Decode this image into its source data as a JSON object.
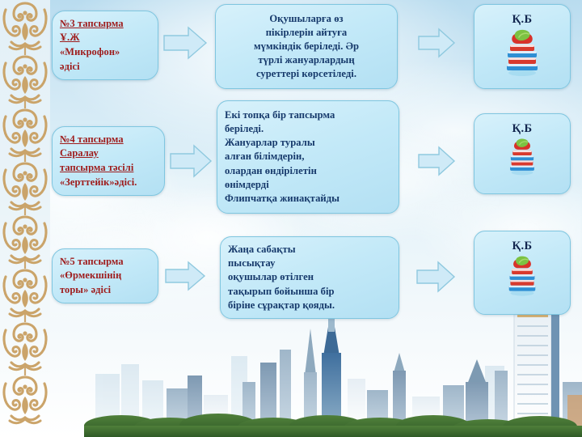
{
  "slide": {
    "language": "kk",
    "background": {
      "sky_top_color": "#b9dcef",
      "sky_bottom_color": "#ffffff",
      "cityscape": "astana-skyline-photo",
      "ornament": "kazakh-national-ornament-border",
      "ornament_color": "#c9a063"
    },
    "colors": {
      "box_fill": "#c3e9f8",
      "box_border": "#7fc6e0",
      "left_text": "#9e1b1b",
      "mid_text": "#16396b",
      "right_text": "#12264f",
      "arrow_fill": "#cfeaf7",
      "arrow_border": "#8fc9df"
    }
  },
  "rows": [
    {
      "task": {
        "lines": [
          {
            "text": "№3 тапсырма ",
            "underline": true
          },
          {
            "text": "Ұ.Ж",
            "underline": true
          },
          {
            "text": "«Микрофон»",
            "underline": false
          },
          {
            "text": "әдісі",
            "underline": false
          }
        ]
      },
      "arrow1": {
        "icon": "right-arrow-icon"
      },
      "detail": {
        "align": "center",
        "lines": [
          "Оқушыларға өз",
          "пікірлерін айтуға",
          "мүмкіндік беріледі. Әр",
          "түрлі жануарлардың",
          "суреттері көрсетіледі."
        ]
      },
      "arrow2": {
        "icon": "right-arrow-icon"
      },
      "assessment": {
        "label": "Қ.Б",
        "icon": "stack-of-books-with-apple-icon"
      }
    },
    {
      "task": {
        "lines": [
          {
            "text": "№4 тапсырма ",
            "underline": true
          },
          {
            "text": "Саралау",
            "underline": true
          },
          {
            "text": "тапсырма тәсілі",
            "underline": true
          },
          {
            "text": "«Зерттейік»әдісі.",
            "underline": false
          }
        ]
      },
      "arrow1": {
        "icon": "right-arrow-icon"
      },
      "detail": {
        "align": "left",
        "lines": [
          "Екі топқа бір тапсырма",
          "беріледі.",
          "Жануарлар туралы",
          "алған білімдерін,",
          "олардан өндірілетін",
          "өнімдерді",
          "Флипчатқа жинақтайды"
        ]
      },
      "arrow2": {
        "icon": "right-arrow-icon"
      },
      "assessment": {
        "label": "Қ.Б",
        "icon": "stack-of-books-with-apple-icon"
      }
    },
    {
      "task": {
        "lines": [
          {
            "text": "№5 тапсырма",
            "underline": false
          },
          {
            "text": "«Өрмекшінің",
            "underline": false
          },
          {
            "text": "торы» әдісі",
            "underline": false
          }
        ]
      },
      "arrow1": {
        "icon": "right-arrow-icon"
      },
      "detail": {
        "align": "left",
        "lines": [
          "Жаңа сабақты",
          "пысықтау",
          "оқушылар өтілген",
          "тақырып бойынша бір",
          "біріне сұрақтар қояды."
        ]
      },
      "arrow2": {
        "icon": "right-arrow-icon"
      },
      "assessment": {
        "label": "Қ.Б",
        "icon": "stack-of-books-with-apple-icon"
      }
    }
  ]
}
